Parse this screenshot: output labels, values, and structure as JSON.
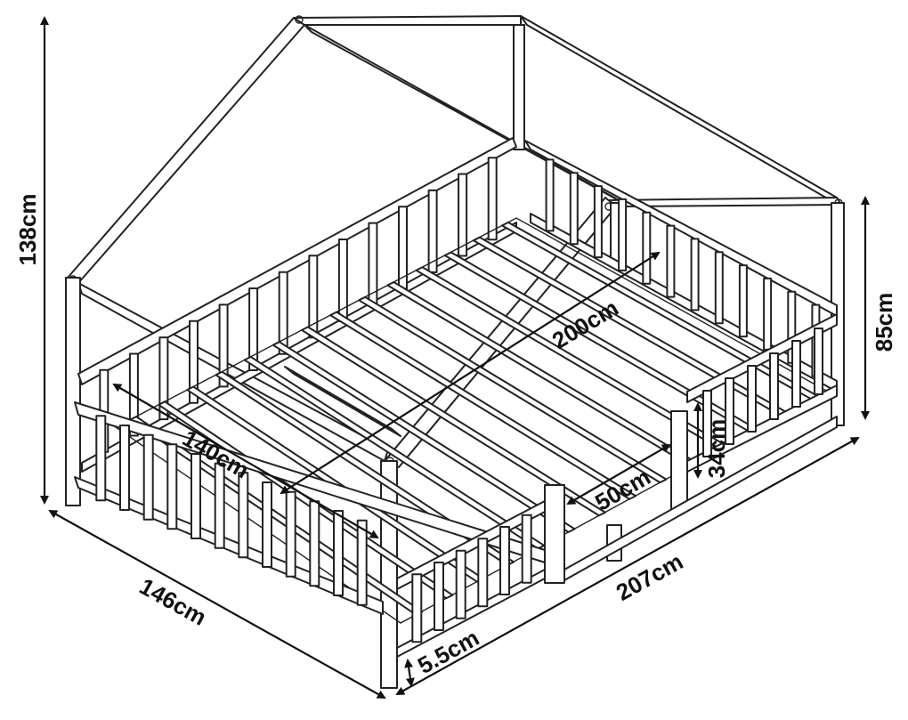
{
  "dimensions": {
    "total_height": "138cm",
    "side_height": "85cm",
    "rail_height": "34cm",
    "gap_width": "50cm",
    "inner_length": "200cm",
    "inner_width": "140cm",
    "outer_length": "207cm",
    "outer_width": "146cm",
    "leg_clearance": "5.5cm"
  },
  "colors": {
    "line": "#222222",
    "background": "#ffffff"
  }
}
